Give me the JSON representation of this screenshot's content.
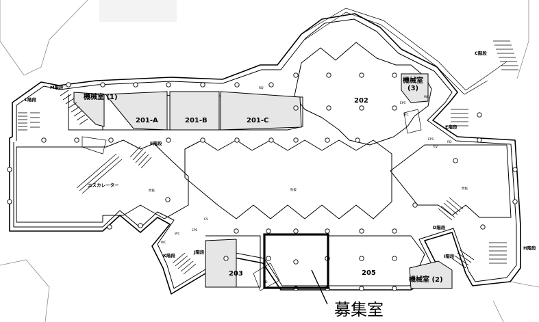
{
  "labels": {
    "machine_room_1": "機械室 (1)",
    "machine_room_2": "機械室 (2)",
    "machine_room_3_a": "機械室",
    "machine_room_3_b": "(3)",
    "room_201a": "201-A",
    "room_201b": "201-B",
    "room_201c": "201-C",
    "room_202": "202",
    "room_203": "203",
    "room_205": "205",
    "stairs_c": "C階段",
    "stairs_d": "D階段",
    "stairs_e": "E階段",
    "stairs_f": "F階段",
    "stairs_h": "H階段",
    "stairs_i": "I階段",
    "stairs_j": "J階段",
    "stairs_k": "K階段",
    "stairs_l": "L階段",
    "stairs_m": "M階段",
    "escalator": "エスカレーター",
    "atrium_left": "吹抜",
    "atrium_center": "吹抜",
    "atrium_right": "吹抜",
    "wc_1": "WC",
    "wc_2": "WC",
    "wc_3": "WC",
    "wc_4": "WC",
    "ev_1": "EV",
    "ev_2": "EV",
    "eps_1": "EPS",
    "eps_2": "EPS",
    "eps_3": "EPS",
    "rd_1": "RD",
    "rd_2": "RD",
    "rd_3": "RD",
    "callout": "募集室"
  }
}
